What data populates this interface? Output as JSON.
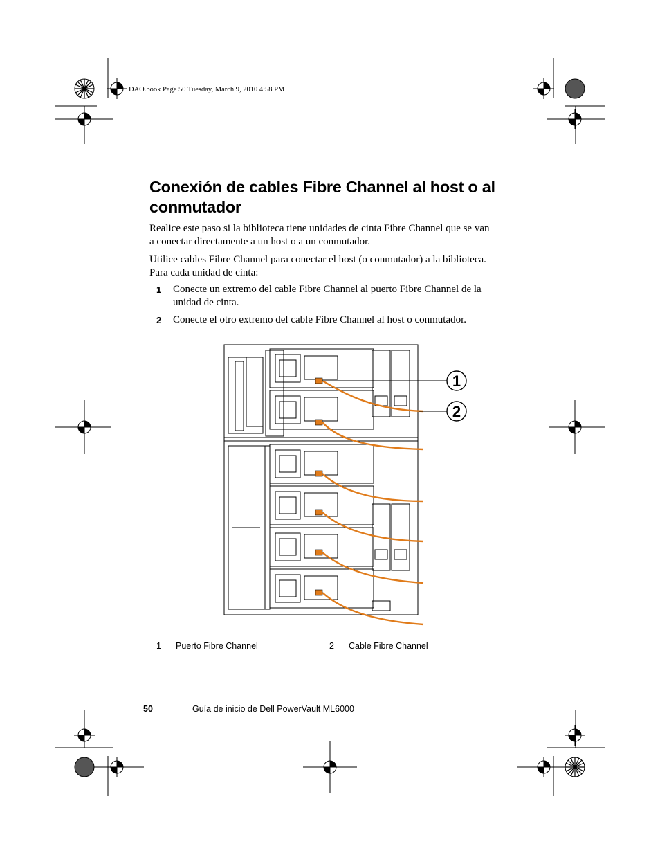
{
  "header": {
    "slug": "DAO.book  Page 50  Tuesday, March 9, 2010  4:58 PM"
  },
  "section": {
    "title": "Conexión de cables Fibre Channel al host o al conmutador",
    "paragraphs": [
      "Realice este paso si la biblioteca tiene unidades de cinta Fibre Channel que se van a conectar directamente a un host o a un conmutador.",
      "Utilice cables Fibre Channel para conectar el host (o conmutador) a la biblioteca. Para cada unidad de cinta:"
    ],
    "steps": [
      {
        "number": "1",
        "text": "Conecte un extremo del cable Fibre Channel al puerto Fibre Channel de la unidad de cinta."
      },
      {
        "number": "2",
        "text": "Conecte el otro extremo del cable Fibre Channel al host o conmutador."
      }
    ]
  },
  "figure": {
    "callouts": [
      "1",
      "2"
    ],
    "legend": [
      {
        "number": "1",
        "label": "Puerto Fibre Channel"
      },
      {
        "number": "2",
        "label": "Cable Fibre Channel"
      }
    ],
    "colors": {
      "cable": "#e07b1a",
      "port": "#e07b1a",
      "line": "#000000"
    }
  },
  "footer": {
    "page_number": "50",
    "text": "Guía de inicio de Dell PowerVault ML6000"
  }
}
